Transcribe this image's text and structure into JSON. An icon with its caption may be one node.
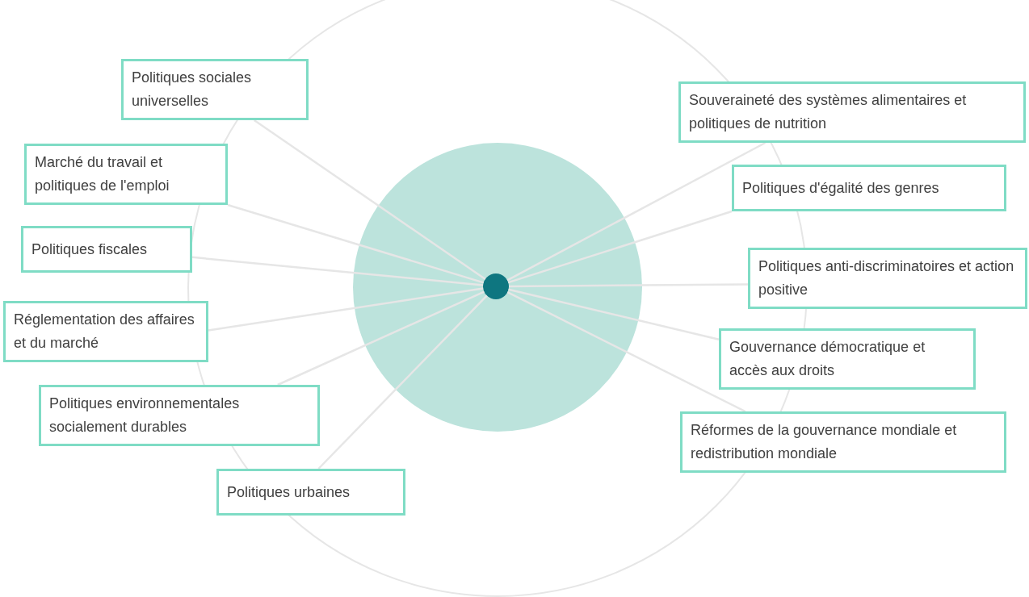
{
  "diagram": {
    "nodes": [
      {
        "text": [],
        "shape": "circle"
      },
      {
        "text": [],
        "shape": "circle",
        "in": 0
      },
      {
        "text": [
          "Politiques sociales universelles"
        ]
      },
      {
        "text": [
          "Marché du travail et politiques de l'emploi"
        ]
      },
      {
        "text": [
          "Politiques fiscales"
        ]
      },
      {
        "text": [
          "Réglementation des affaires et du marché"
        ]
      },
      {
        "text": [
          "Politiques environnementales socialement durables"
        ]
      },
      {
        "text": [
          "Politiques urbaines"
        ]
      },
      {
        "text": [
          "Souveraineté des systèmes alimentaires et politiques de nutrition"
        ]
      },
      {
        "text": [
          "Politiques d'égalité des genres"
        ]
      },
      {
        "text": [
          "Politiques anti-discriminatoires et action positive"
        ]
      },
      {
        "text": [
          "Gouvernance démocratique et accès aux droits"
        ]
      },
      {
        "text": [
          "Réformes de la gouvernance mondiale et redistribution mondiale"
        ]
      }
    ],
    "edges": [
      {
        "from": 1,
        "to": 2,
        "arrow": "none"
      },
      {
        "from": 1,
        "to": 3,
        "arrow": "none"
      },
      {
        "from": 1,
        "to": 4,
        "arrow": "none"
      },
      {
        "from": 1,
        "to": 5,
        "arrow": "none"
      },
      {
        "from": 1,
        "to": 6,
        "arrow": "none"
      },
      {
        "from": 1,
        "to": 7,
        "arrow": "none"
      },
      {
        "from": 1,
        "to": 8,
        "arrow": "none"
      },
      {
        "from": 1,
        "to": 9,
        "arrow": "none"
      },
      {
        "from": 1,
        "to": 10,
        "arrow": "none"
      },
      {
        "from": 1,
        "to": 11,
        "arrow": "none"
      },
      {
        "from": 1,
        "to": 12,
        "arrow": "none"
      }
    ]
  }
}
